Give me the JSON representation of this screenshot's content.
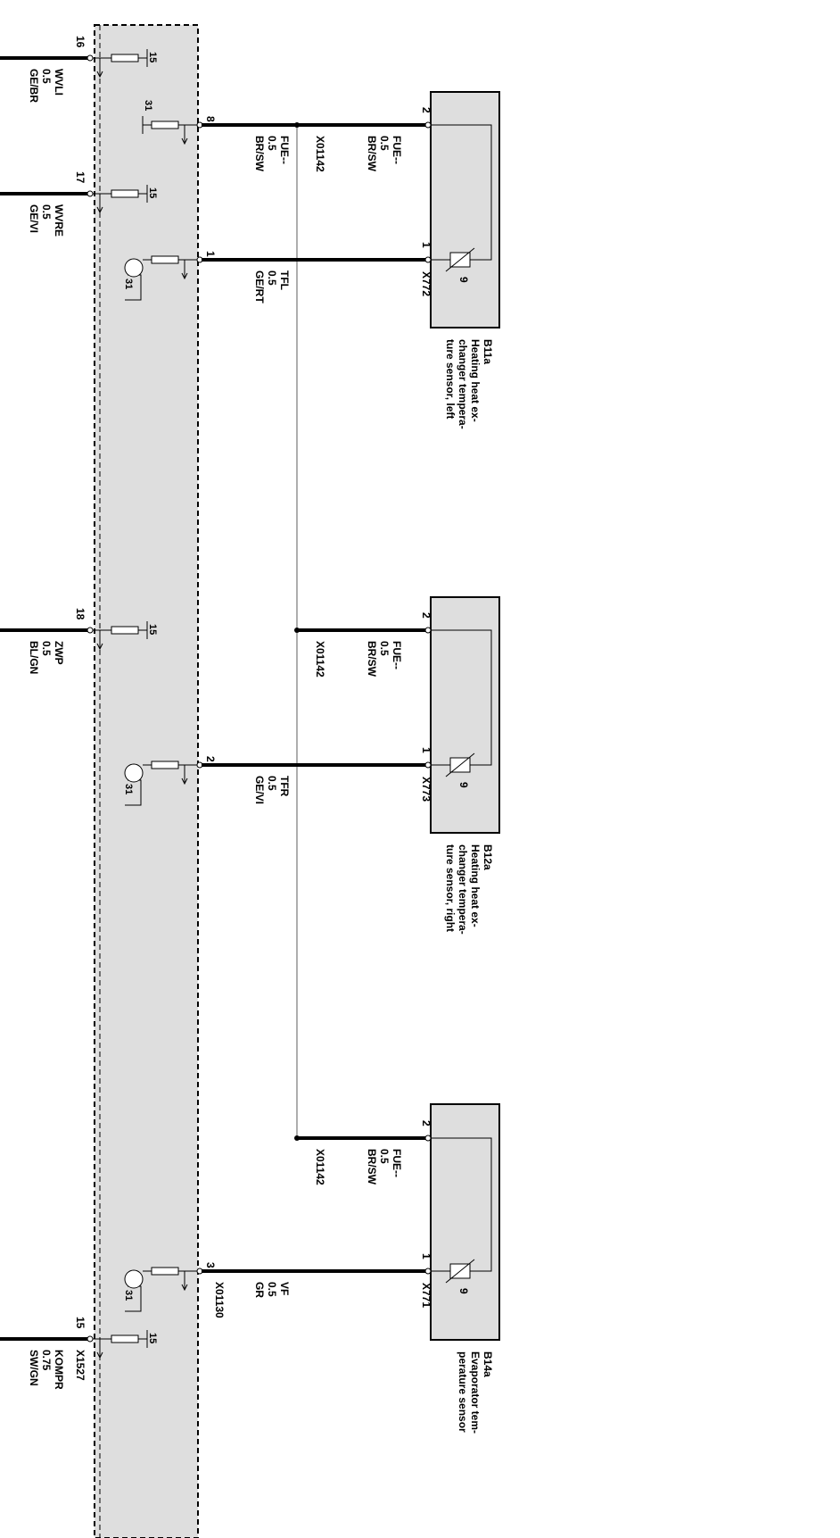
{
  "left_wires": [
    {
      "pin": "16",
      "name": "WVLI",
      "size": "0.5",
      "color": "GE/BR"
    },
    {
      "pin": "17",
      "name": "WVRE",
      "size": "0.5",
      "color": "GE/VI"
    },
    {
      "pin": "18",
      "name": "ZWP",
      "size": "0.5",
      "color": "BL/GN"
    },
    {
      "pin": "15",
      "name": "KOMPR",
      "size": "0.75",
      "color": "SW/GN",
      "connector": "X1527"
    }
  ],
  "supply_labels": {
    "fifteen": "15",
    "thirtyone": "31"
  },
  "right_pins": [
    {
      "pin": "8",
      "label": "FUE--",
      "size": "0.5",
      "color": "BR/SW"
    },
    {
      "pin": "1",
      "label": "TFL",
      "size": "0.5",
      "color": "GE/RT"
    },
    {
      "pin": "2",
      "label": "TFR",
      "size": "0.5",
      "color": "GE/VI"
    },
    {
      "pin": "3",
      "label": "VF",
      "size": "0.5",
      "color": "GR",
      "connector": "X01130"
    }
  ],
  "ground_connector": "X01142",
  "sensors": [
    {
      "id": "B11a",
      "connector": "X772",
      "pin_top": "2",
      "pin_bottom": "1",
      "symbol": "9",
      "desc": [
        "Heating heat ex-",
        "changer tempera-",
        "ture sensor, left"
      ],
      "ground_wire": {
        "label": "FUE--",
        "size": "0.5",
        "color": "BR/SW"
      }
    },
    {
      "id": "B12a",
      "connector": "X773",
      "pin_top": "2",
      "pin_bottom": "1",
      "symbol": "9",
      "desc": [
        "Heating heat ex-",
        "changer tempera-",
        "ture sensor, right"
      ],
      "ground_wire": {
        "label": "FUE--",
        "size": "0.5",
        "color": "BR/SW"
      }
    },
    {
      "id": "B14a",
      "connector": "X771",
      "pin_top": "2",
      "pin_bottom": "1",
      "symbol": "9",
      "desc": [
        "Evaporator tem-",
        "perature sensor"
      ],
      "ground_wire": {
        "label": "FUE--",
        "size": "0.5",
        "color": "BR/SW"
      }
    }
  ]
}
